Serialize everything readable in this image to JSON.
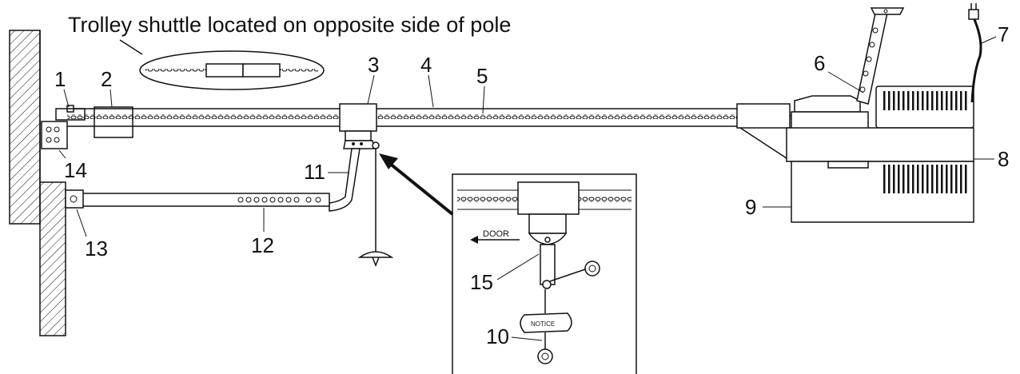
{
  "caption": "Trolley shuttle located on opposite side of pole",
  "labels": [
    "1",
    "2",
    "3",
    "4",
    "5",
    "6",
    "7",
    "8",
    "9",
    "10",
    "11",
    "12",
    "13",
    "14",
    "15"
  ],
  "inset": {
    "door_text": "DOOR",
    "notice_text": "NOTICE"
  }
}
